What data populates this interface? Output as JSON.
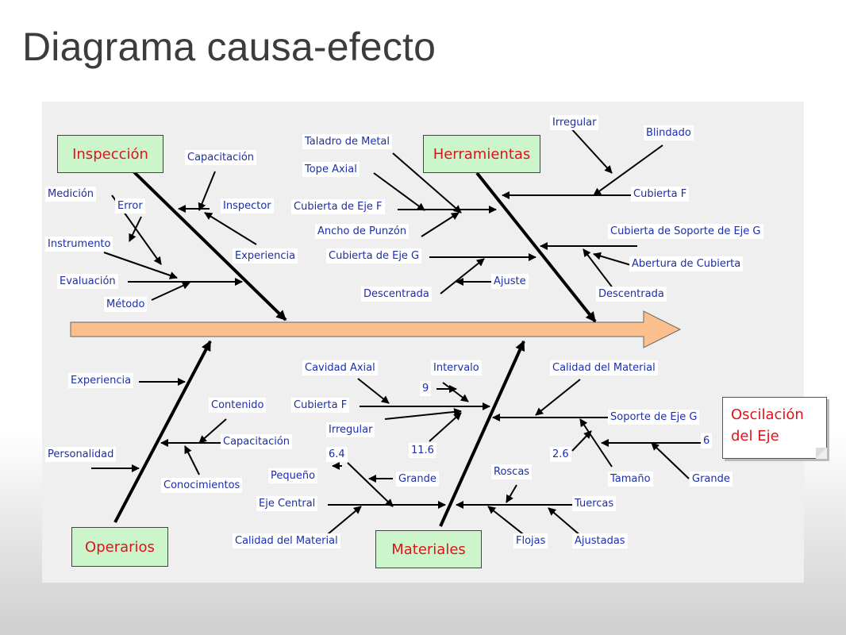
{
  "page": {
    "title": "Diagrama causa-efecto"
  },
  "effect": {
    "line1": "Oscilación",
    "line2": "del Eje"
  },
  "categories": {
    "inspeccion": "Inspección",
    "herramientas": "Herramientas",
    "operarios": "Operarios",
    "materiales": "Materiales"
  },
  "causes": {
    "inspeccion": {
      "capacitacion": "Capacitación",
      "medicion": "Medición",
      "error": "Error",
      "inspector": "Inspector",
      "instrumento": "Instrumento",
      "experiencia": "Experiencia",
      "evaluacion": "Evaluación",
      "metodo": "Método"
    },
    "herramientas": {
      "irregular": "Irregular",
      "blindado": "Blindado",
      "taladro": "Taladro de Metal",
      "tope_axial": "Tope Axial",
      "cubierta_f": "Cubierta F",
      "cubierta_eje_f": "Cubierta de Eje F",
      "ancho_punzon": "Ancho de Punzón",
      "cubierta_soporte": "Cubierta de Soporte de Eje G",
      "cubierta_eje_g": "Cubierta de Eje G",
      "abertura": "Abertura de Cubierta",
      "ajuste": "Ajuste",
      "descentrada_1": "Descentrada",
      "descentrada_2": "Descentrada"
    },
    "operarios": {
      "experiencia": "Experiencia",
      "contenido": "Contenido",
      "capacitacion": "Capacitación",
      "personalidad": "Personalidad",
      "conocimientos": "Conocimientos"
    },
    "materiales": {
      "cavidad_axial": "Cavidad Axial",
      "intervalo": "Intervalo",
      "nueve": "9",
      "calidad_material_1": "Calidad del Material",
      "cubierta_f": "Cubierta F",
      "soporte_eje_g": "Soporte de Eje G",
      "irregular": "Irregular",
      "once_seis": "11.6",
      "seis": "6",
      "dos_seis": "2.6",
      "seis_cuatro": "6.4",
      "tamano": "Tamaño",
      "grande_1": "Grande",
      "roscas": "Roscas",
      "pequeno": "Pequeño",
      "grande_2": "Grande",
      "eje_central": "Eje Central",
      "tuercas": "Tuercas",
      "calidad_material_2": "Calidad del Material",
      "flojas": "Flojas",
      "ajustadas": "Ajustadas"
    }
  }
}
